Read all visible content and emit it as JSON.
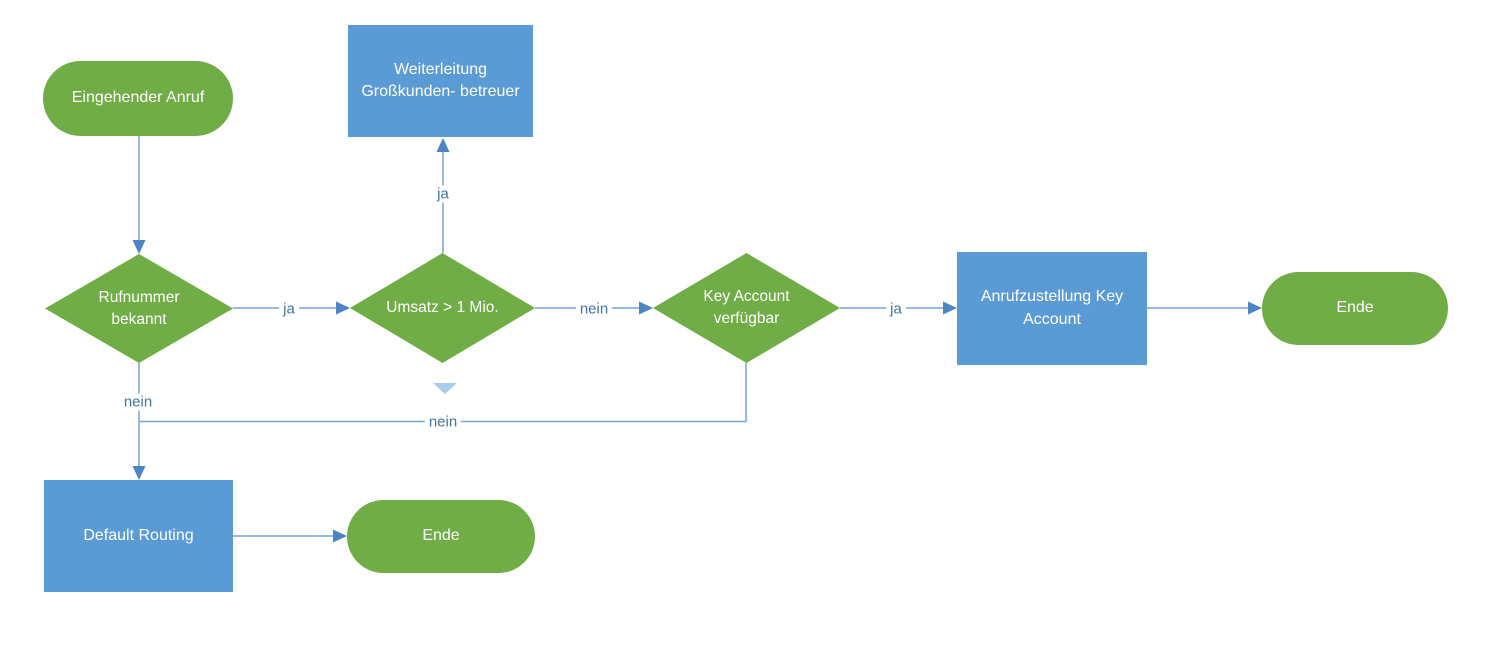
{
  "diagram": {
    "type": "flowchart",
    "language": "de",
    "colors": {
      "terminator_fill": "#70AD47",
      "process_fill": "#5B9BD5",
      "connector_line": "#76a3d8",
      "arrowhead": "#4d84c4",
      "ghost_arrowhead": "#aacdeb",
      "edge_label_text": "#44739e",
      "shape_text": "#ffffff",
      "background": "#ffffff"
    },
    "nodes": {
      "start": {
        "label": "Eingehender Anruf",
        "shape": "terminator"
      },
      "decision_rufnummer": {
        "label": "Rufnummer bekannt",
        "shape": "decision"
      },
      "decision_umsatz": {
        "label": "Umsatz > 1 Mio.",
        "shape": "decision"
      },
      "decision_key_account": {
        "label": "Key Account verfügbar",
        "shape": "decision"
      },
      "process_weiterleitung": {
        "label": "Weiterleitung Großkunden- betreuer",
        "shape": "process"
      },
      "process_anrufzustellung": {
        "label": "Anrufzustellung Key Account",
        "shape": "process"
      },
      "process_default_routing": {
        "label": "Default Routing",
        "shape": "process"
      },
      "end_right": {
        "label": "Ende",
        "shape": "terminator"
      },
      "end_bottom": {
        "label": "Ende",
        "shape": "terminator"
      }
    },
    "edges": {
      "rufnummer_to_umsatz": "ja",
      "umsatz_to_weiterleitung": "ja",
      "umsatz_to_key_account": "nein",
      "key_account_to_anrufzustellung": "ja",
      "rufnummer_to_default": "nein",
      "key_account_to_default": "nein"
    }
  }
}
